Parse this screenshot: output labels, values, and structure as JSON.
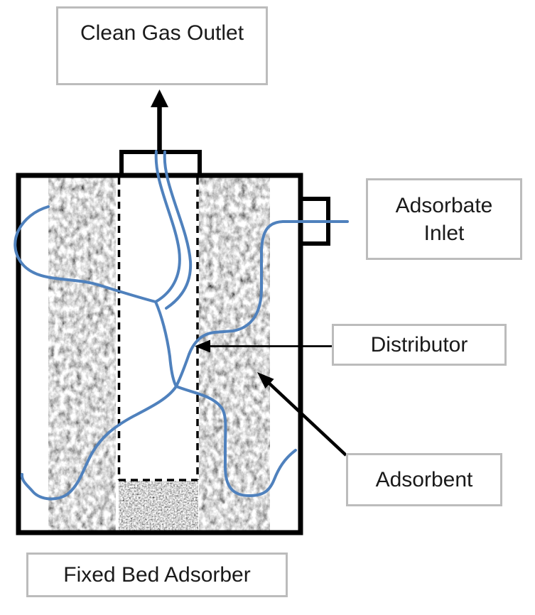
{
  "diagram": {
    "type": "process-schematic",
    "labels": {
      "clean_gas_outlet": "Clean Gas Outlet",
      "adsorbate_inlet": {
        "line1": "Adsorbate",
        "line2": "Inlet"
      },
      "distributor": "Distributor",
      "adsorbent": "Adsorbent",
      "fixed_bed_adsorber": "Fixed Bed Adsorber"
    },
    "colors": {
      "flow_line_blue": "#4f81bd",
      "outline_black": "#000000",
      "label_border_gray": "#bcbcbc",
      "text": "#1a1a1a",
      "background": "#ffffff"
    }
  }
}
